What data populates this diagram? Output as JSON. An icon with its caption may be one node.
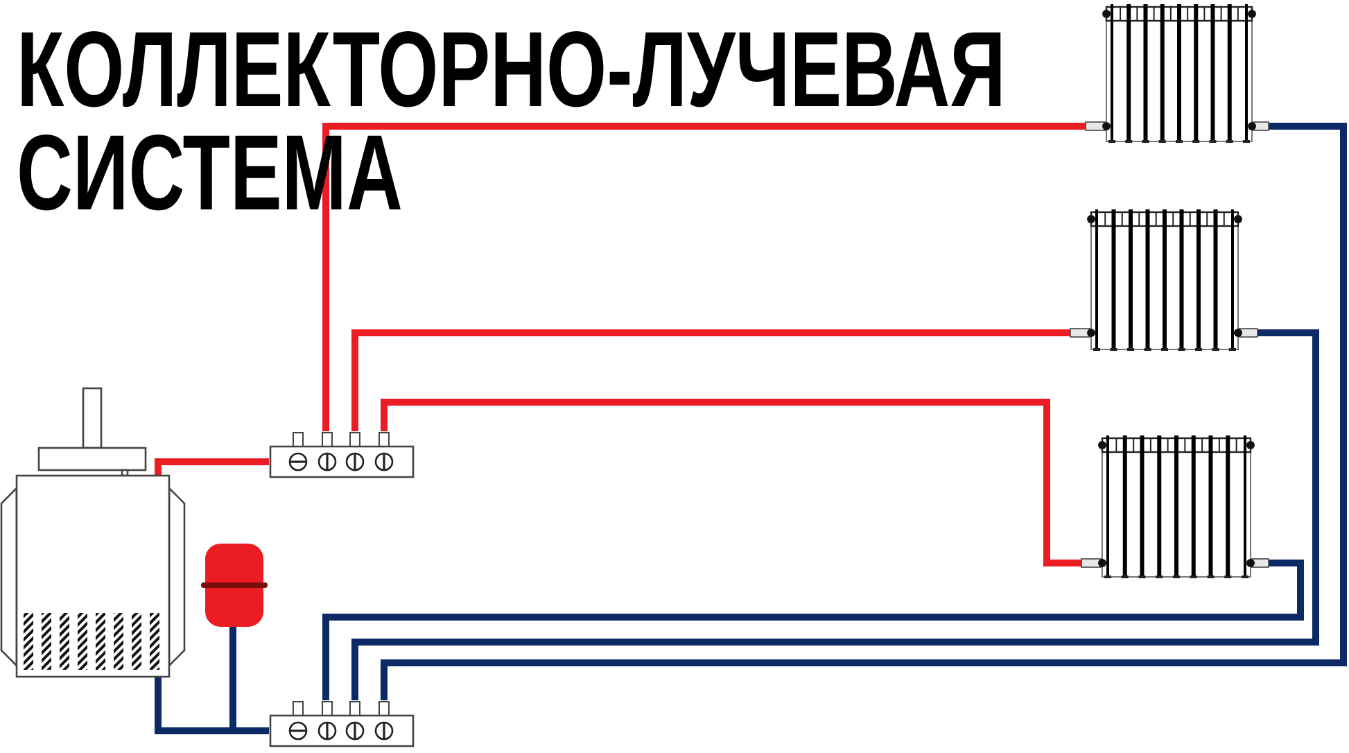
{
  "diagram": {
    "title": "КОЛЛЕКТОРНО-ЛУЧЕВАЯ СИСТЕМА",
    "nodes": [
      {
        "text": [],
        "shape": "picture"
      },
      {
        "text": [],
        "shape": "picture"
      },
      {
        "text": [],
        "shape": "picture"
      },
      {
        "text": [],
        "shape": "picture"
      },
      {
        "text": [],
        "shape": "picture"
      },
      {
        "text": [],
        "shape": "picture"
      },
      {
        "text": [],
        "shape": "picture"
      }
    ],
    "edges": [
      {
        "from": 0,
        "to": 2,
        "arrow": "none",
        "color": "#ec1c24"
      },
      {
        "from": 2,
        "to": 4,
        "arrow": "none",
        "color": "#ec1c24"
      },
      {
        "from": 2,
        "to": 5,
        "arrow": "none",
        "color": "#ec1c24"
      },
      {
        "from": 2,
        "to": 6,
        "arrow": "none",
        "color": "#ec1c24"
      },
      {
        "from": 4,
        "to": 3,
        "arrow": "none"
      },
      {
        "from": 5,
        "to": 3,
        "arrow": "none"
      },
      {
        "from": 6,
        "to": 3,
        "arrow": "none"
      },
      {
        "from": 3,
        "to": 0,
        "arrow": "none"
      },
      {
        "from": 1,
        "to": 0,
        "arrow": "none"
      }
    ]
  }
}
